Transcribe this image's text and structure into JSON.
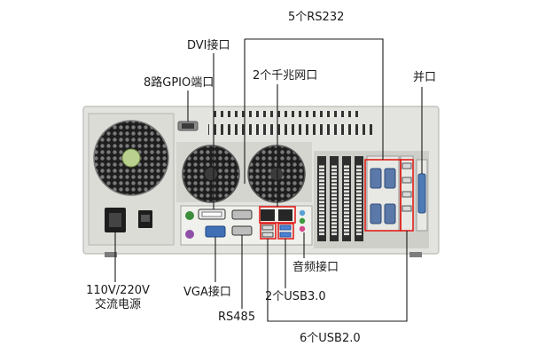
{
  "labels": {
    "rs232": "5个RS232",
    "dvi": "DVI接口",
    "gpio": "8路GPIO端口",
    "lan": "2个千兆网口",
    "parallel": "并口",
    "power_line1": "110V/220V",
    "power_line2": "交流电源",
    "vga": "VGA接口",
    "rs485": "RS485",
    "audio": "音频接口",
    "usb3": "2个USB3.0",
    "usb2": "6个USB2.0"
  },
  "colors": {
    "chassis": "#e3e4df",
    "chassis_edge": "#b9bab5",
    "inner_panel": "#f2f2ef",
    "dark": "#2b2b2b",
    "highlight": "#e0201c",
    "leader": "#1a1a1a",
    "port_blue": "#3f6fb4",
    "port_green": "#3c8d3c",
    "port_pink": "#d4488a"
  }
}
